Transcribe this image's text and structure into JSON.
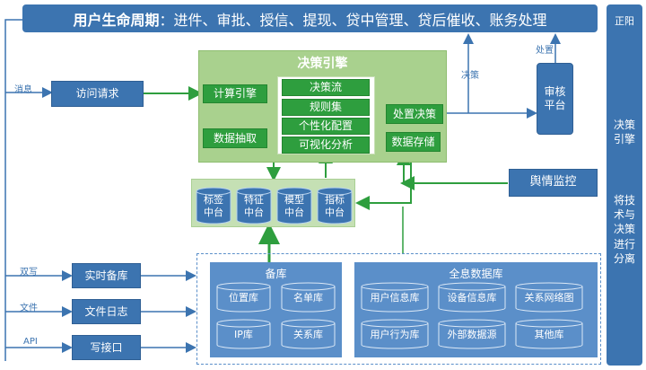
{
  "header": {
    "title_bold": "用户生命周期",
    "title_rest": "：进件、审批、授信、提现、贷中管理、贷后催收、账务处理"
  },
  "right_panel": {
    "top": "正阳",
    "mid": "决策\n引擎",
    "bottom": "将技\n术与\n决策\n进行\n分离"
  },
  "decision_engine": {
    "title": "决策引擎",
    "compute": "计算引擎",
    "extract": "数据抽取",
    "items": [
      "决策流",
      "规则集",
      "个性化配置",
      "可视化分析"
    ],
    "dispose": "处置决策",
    "storage": "数据存储"
  },
  "left": {
    "msg_label": "消息",
    "access": "访问请求",
    "dual_label": "双写",
    "realtime": "实时备库",
    "file_label": "文件",
    "filelog": "文件日志",
    "api_label": "API",
    "write_api": "写接口"
  },
  "review": {
    "label": "审核\n平台",
    "dispose_label": "处置",
    "decision_label": "决策"
  },
  "sentiment": "舆情监控",
  "middle_platforms": [
    "标签\n中台",
    "特征\n中台",
    "模型\n中台",
    "指标\n中台"
  ],
  "backup": {
    "title": "备库",
    "items": [
      "位置库",
      "名单库",
      "IP库",
      "关系库"
    ]
  },
  "full_data": {
    "title": "全息数据库",
    "items": [
      "用户信息库",
      "设备信息库",
      "关系网络图",
      "用户行为库",
      "外部数据源",
      "其他库"
    ]
  }
}
